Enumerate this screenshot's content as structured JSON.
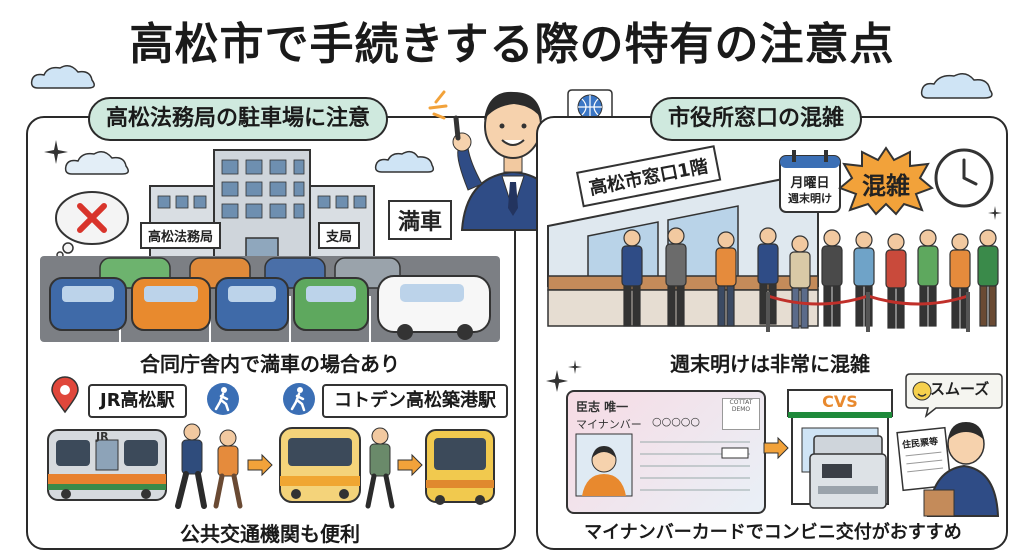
{
  "title": "高松市で手続きする際の特有の注意点",
  "left": {
    "header": "高松法務局の駐車場に注意",
    "signs": {
      "main": "高松法務局",
      "branch": "支局",
      "full": "満車"
    },
    "parking_caption": "合同庁舎内で満車の場合あり",
    "stations": {
      "jr": "JR高松駅",
      "kotoden": "コトデン高松築港駅"
    },
    "train_badge": "JR",
    "transit_caption": "公共交通機関も便利"
  },
  "right": {
    "header": "市役所窓口の混雑",
    "counter_sign": "高松市窓口1階",
    "calendar": {
      "line1": "月曜日",
      "line2": "週末明け"
    },
    "crowded_badge": "混雑",
    "queue_caption": "週末明けは非常に混雑",
    "card": {
      "name": "臣志 唯一",
      "label": "マイナンバー",
      "number_dots": "○○○○○",
      "logo": "COTTAT DEMO"
    },
    "cvs_sign": "CVS",
    "speech": "スムーズ",
    "doc_label": "住民票等",
    "cvs_caption": "マイナンバーカードでコンビニ交付がおすすめ"
  },
  "colors": {
    "pill_bg": "#cfe9de",
    "cvs_green": "#1f8a3b",
    "badge_orange": "#f2a23a"
  }
}
